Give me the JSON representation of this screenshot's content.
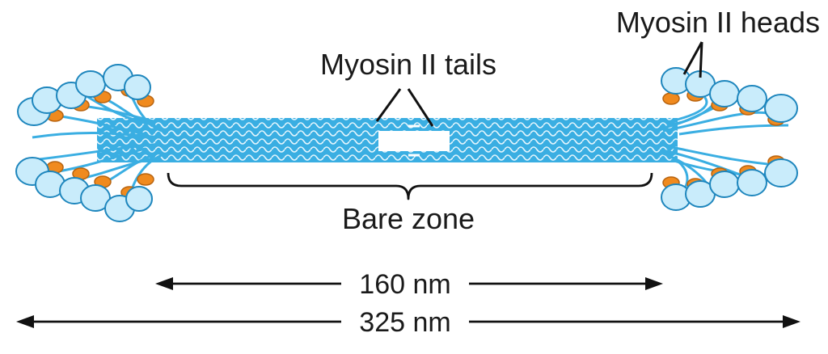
{
  "labels": {
    "heads": "Myosin II heads",
    "tails": "Myosin II tails",
    "bare_zone": "Bare zone",
    "inner_length": "160 nm",
    "outer_length": "325 nm"
  },
  "colors": {
    "tail_blue": "#3aaee2",
    "tail_dark": "#1d8cc5",
    "head_fill": "#c9ecfb",
    "head_stroke": "#1e86bd",
    "neck_orange": "#f08a1e",
    "ink": "#111111",
    "background": "#ffffff"
  }
}
